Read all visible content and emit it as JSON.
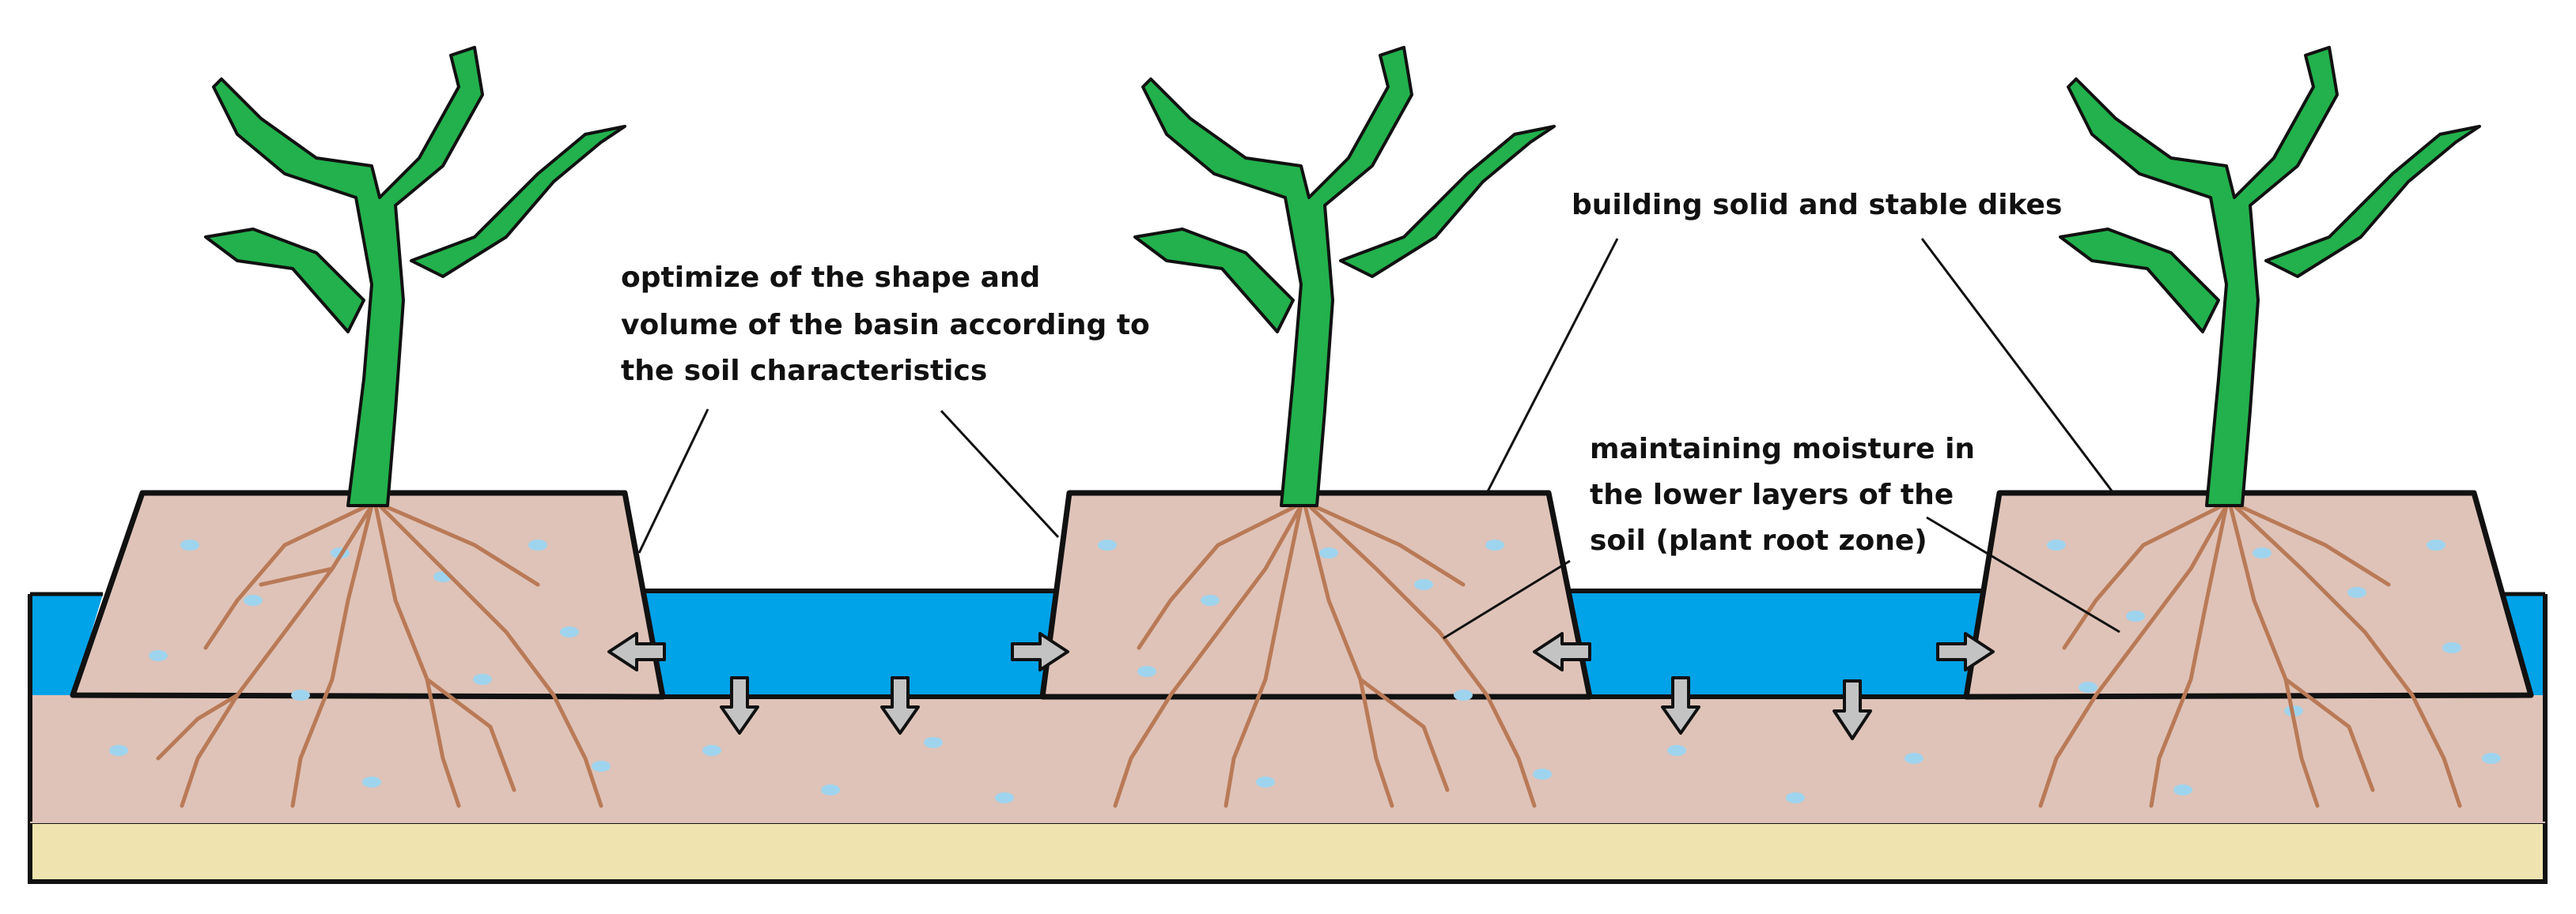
{
  "annotations": {
    "basin_shape": [
      "optimize of the shape and",
      "volume of the basin according to",
      "the soil characteristics"
    ],
    "dikes": [
      "building solid and stable dikes"
    ],
    "moisture": [
      "maintaining moisture in",
      "the lower layers of the",
      "soil (plant root zone)"
    ]
  },
  "colors": {
    "water": "#00a2e8",
    "soil": "#dfc3b8",
    "water_dots": "#9fd4ee",
    "bedrock": "#efe4b0",
    "plant": "#22b14c",
    "roots": "#b97a57",
    "arrow": "#c3c3c3",
    "outline": "#111111"
  },
  "icons": {
    "lateral_flow": "arrow-horizontal-icon",
    "infiltration": "arrow-down-icon"
  }
}
